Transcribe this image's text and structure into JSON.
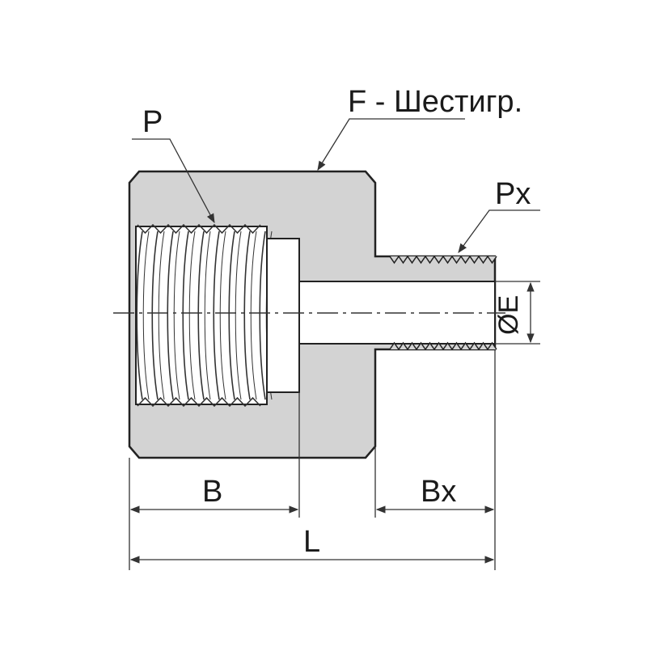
{
  "labels": {
    "p": "P",
    "f": "F - Шестигр.",
    "px": "Px",
    "e": "ØE",
    "b": "B",
    "bx": "Bx",
    "l": "L"
  },
  "colors": {
    "body_fill": "#d3d3d3",
    "outline": "#222222",
    "bore": "#ffffff",
    "dim_line": "#333333"
  }
}
